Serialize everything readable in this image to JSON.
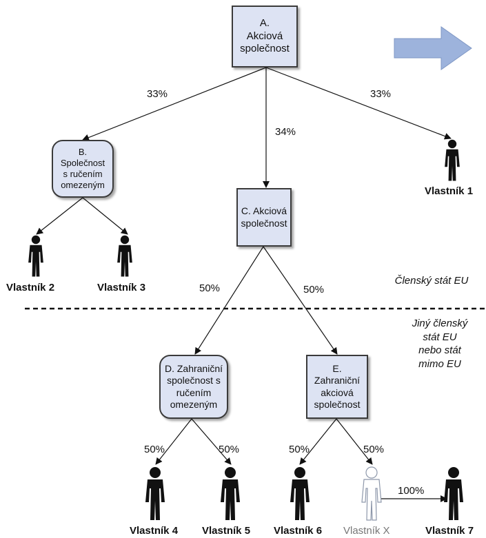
{
  "nodes": {
    "A": "A.\nAkciová\nspolečnost",
    "B": "B.\nSpolečnost\ns ručením\nomezeným",
    "C": "C. Akciová\nspolečnost",
    "D": "D. Zahraniční\nspolečnost s\nručením\nomezeným",
    "E": "E.\nZahraniční\nakciová\nspolečnost"
  },
  "edges": {
    "A_B": "33%",
    "A_C": "34%",
    "A_V1": "33%",
    "C_D": "50%",
    "C_E": "50%",
    "D_V4": "50%",
    "D_V5": "50%",
    "E_V6": "50%",
    "E_VX": "50%",
    "VX_V7": "100%"
  },
  "owners": {
    "v1": "Vlastník 1",
    "v2": "Vlastník 2",
    "v3": "Vlastník 3",
    "v4": "Vlastník 4",
    "v5": "Vlastník 5",
    "v6": "Vlastník 6",
    "vx": "Vlastník X",
    "v7": "Vlastník 7"
  },
  "regions": {
    "eu": "Členský stát EU",
    "non_eu": "Jiný členský\nstát EU\nnebo stát\nmimo EU"
  },
  "colors": {
    "box_fill": "#dde3f3",
    "arrow_shape": "#9db3dc",
    "person": "#111111",
    "person_outline_x": "#8d97aa"
  }
}
